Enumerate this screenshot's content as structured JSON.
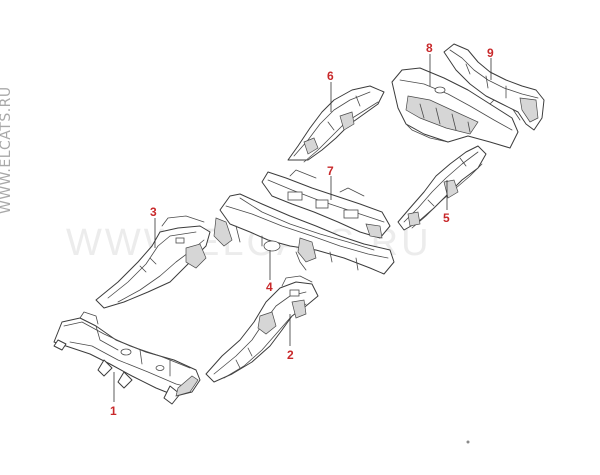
{
  "watermark": {
    "vertical": "WWW.ELCATS.RU",
    "center": "WWW.ELCATS.RU"
  },
  "callouts": [
    {
      "id": "1",
      "label": "1"
    },
    {
      "id": "2",
      "label": "2"
    },
    {
      "id": "3",
      "label": "3"
    },
    {
      "id": "4",
      "label": "4"
    },
    {
      "id": "5",
      "label": "5"
    },
    {
      "id": "6",
      "label": "6"
    },
    {
      "id": "7",
      "label": "7"
    },
    {
      "id": "8",
      "label": "8"
    },
    {
      "id": "9",
      "label": "9"
    }
  ],
  "colors": {
    "callout": "#c8282a",
    "line": "#3c3c3c",
    "watermark": "#a9a9a9"
  }
}
